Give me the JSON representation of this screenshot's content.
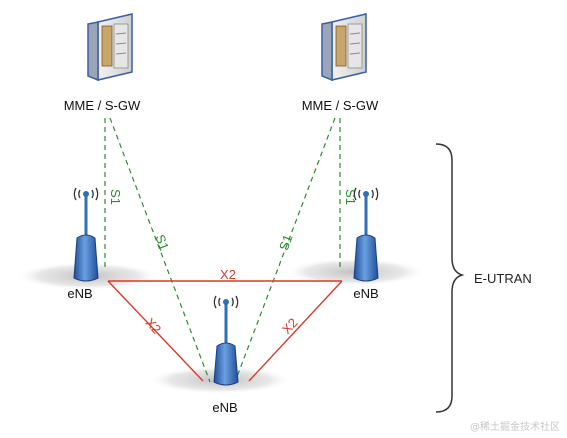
{
  "nodes": {
    "mme_left": "MME / S-GW",
    "mme_right": "MME / S-GW",
    "enb_left": "eNB",
    "enb_right": "eNB",
    "enb_bottom": "eNB"
  },
  "links": {
    "s1_left_vertical": "S1",
    "s1_left_diagonal": "S1",
    "s1_right_vertical": "S1",
    "s1_right_diagonal": "S1",
    "x2_top": "X2",
    "x2_left": "X2",
    "x2_right": "X2"
  },
  "group_label": "E-UTRAN",
  "watermark": "@稀土掘金技术社区",
  "colors": {
    "s1_link": "#2e8b2e",
    "x2_link": "#d93a2a",
    "antenna_blue": "#2f6fb3"
  }
}
